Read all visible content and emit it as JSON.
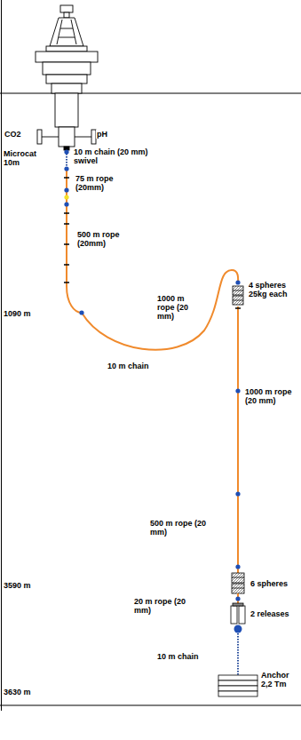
{
  "diagram": {
    "labels": [
      "CO2",
      "pH",
      "Microcat 10m",
      "10 m chain (20 mm) swivel",
      "75 m rope (20mm)",
      "500 m rope (20mm)",
      "1000 m rope (20 mm)",
      "1090 m",
      "10 m chain",
      "4 spheres 25kg each",
      "1000 m rope (20 mm)",
      "500 m rope (20 mm)",
      "3590 m",
      "20 m rope (20 mm)",
      "6 spheres",
      "2 releases",
      "10 m chain",
      "Anchor 2,2 Tm",
      "3630 m"
    ]
  }
}
